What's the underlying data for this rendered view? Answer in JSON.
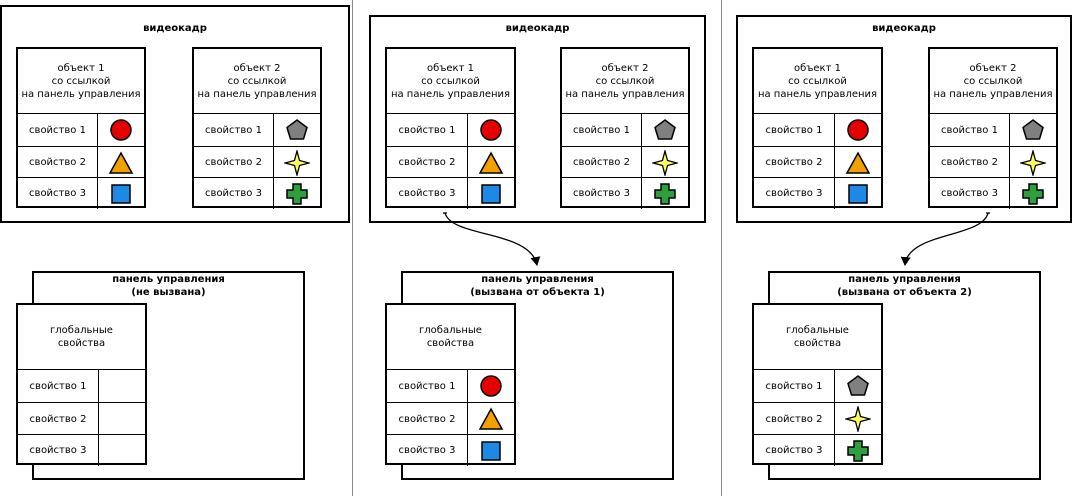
{
  "panels": [
    {
      "frame_title": "видеокадр",
      "obj1": {
        "title": [
          "объект 1",
          "со ссылкой",
          "на панель управления"
        ],
        "props": [
          "свойство 1",
          "свойство 2",
          "свойство 3"
        ]
      },
      "obj2": {
        "title": [
          "объект 2",
          "со ссылкой",
          "на панель управления"
        ],
        "props": [
          "свойство 1",
          "свойство 2",
          "свойство 3"
        ]
      },
      "control_title": [
        "панель управления",
        "(не вызвана)"
      ],
      "global": {
        "title": [
          "глобальные",
          "свойства"
        ],
        "props": [
          "свойство 1",
          "свойство 2",
          "свойство 3"
        ]
      }
    },
    {
      "frame_title": "видеокадр",
      "obj1": {
        "title": [
          "объект 1",
          "со ссылкой",
          "на панель управления"
        ],
        "props": [
          "свойство 1",
          "свойство 2",
          "свойство 3"
        ]
      },
      "obj2": {
        "title": [
          "объект 2",
          "со ссылкой",
          "на панель управления"
        ],
        "props": [
          "свойство 1",
          "свойство 2",
          "свойство 3"
        ]
      },
      "control_title": [
        "панель управления",
        "(вызвана от объекта 1)"
      ],
      "global": {
        "title": [
          "глобальные",
          "свойства"
        ],
        "props": [
          "свойство 1",
          "свойство 2",
          "свойство 3"
        ]
      }
    },
    {
      "frame_title": "видеокадр",
      "obj1": {
        "title": [
          "объект 1",
          "со ссылкой",
          "на панель управления"
        ],
        "props": [
          "свойство 1",
          "свойство 2",
          "свойство 3"
        ]
      },
      "obj2": {
        "title": [
          "объект 2",
          "со ссылкой",
          "на панель управления"
        ],
        "props": [
          "свойство 1",
          "свойство 2",
          "свойство 3"
        ]
      },
      "control_title": [
        "панель управления",
        "(вызвана от объекта 2)"
      ],
      "global": {
        "title": [
          "глобальные",
          "свойства"
        ],
        "props": [
          "свойство 1",
          "свойство 2",
          "свойство 3"
        ]
      }
    }
  ],
  "icon_colors": {
    "red-circle-icon": "#e60000",
    "orange-triangle-icon": "#f2a000",
    "blue-square-icon": "#1e88e5",
    "gray-pentagon-icon": "#808080",
    "yellow-star-icon": "#ffff66",
    "green-cross-icon": "#2e9e3e"
  }
}
